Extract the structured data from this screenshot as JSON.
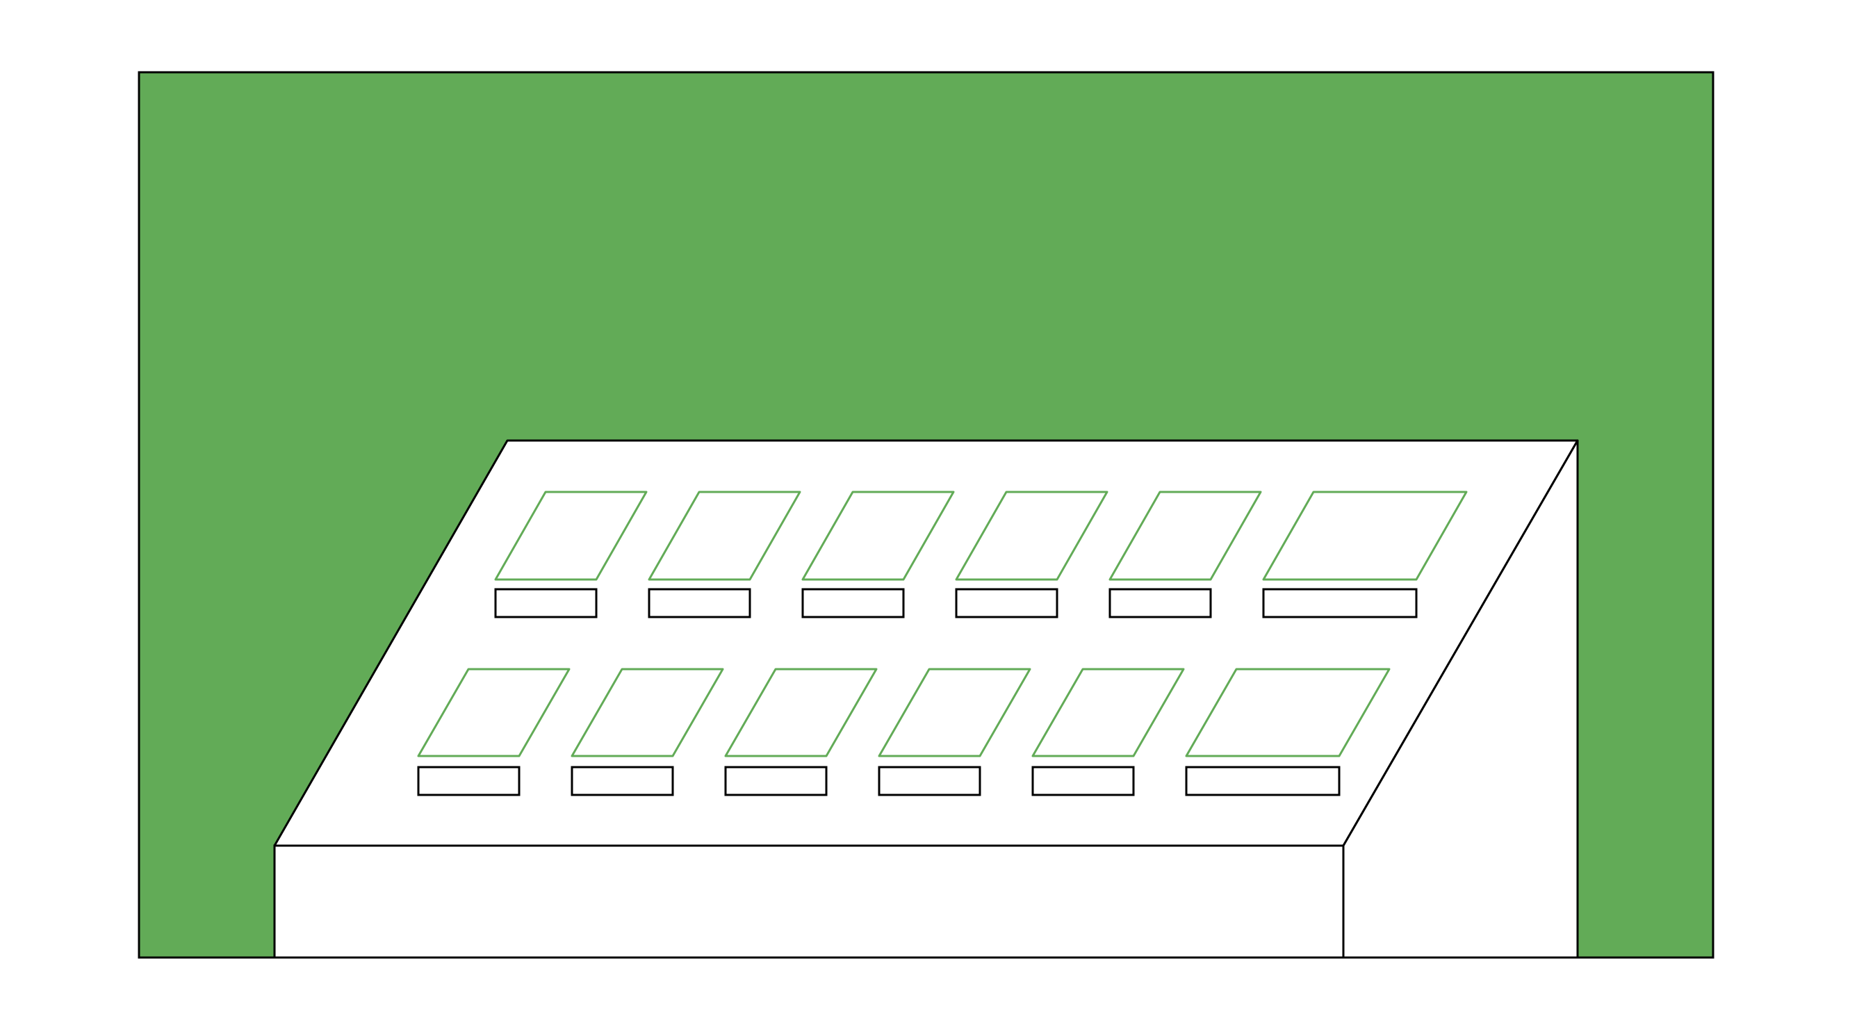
{
  "colors": {
    "background": "#ffffff",
    "wall": "#62ab57",
    "console_fill": "#ffffff",
    "outline": "#000000",
    "panel_outline": "#62ab57"
  },
  "console": {
    "rows": [
      {
        "name": "top-row",
        "panels": [
          {
            "kind": "screen-panel",
            "label_box": "label-box"
          },
          {
            "kind": "screen-panel",
            "label_box": "label-box"
          },
          {
            "kind": "screen-panel",
            "label_box": "label-box"
          },
          {
            "kind": "screen-panel",
            "label_box": "label-box"
          },
          {
            "kind": "screen-panel",
            "label_box": "label-box"
          },
          {
            "kind": "wide-screen-panel",
            "label_box": "wide-label-box"
          }
        ]
      },
      {
        "name": "bottom-row",
        "panels": [
          {
            "kind": "screen-panel",
            "label_box": "label-box"
          },
          {
            "kind": "screen-panel",
            "label_box": "label-box"
          },
          {
            "kind": "screen-panel",
            "label_box": "label-box"
          },
          {
            "kind": "screen-panel",
            "label_box": "label-box"
          },
          {
            "kind": "screen-panel",
            "label_box": "label-box"
          },
          {
            "kind": "wide-screen-panel",
            "label_box": "wide-label-box"
          }
        ]
      }
    ]
  }
}
